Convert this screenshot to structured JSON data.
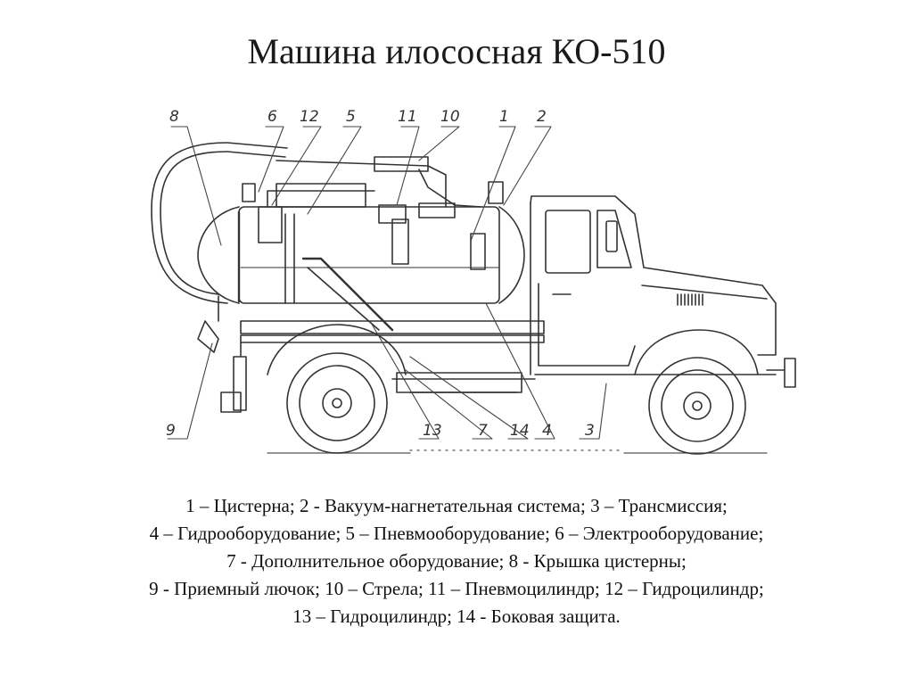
{
  "title": "Машина илососная КО-510",
  "callouts": {
    "c1": "1",
    "c2": "2",
    "c3": "3",
    "c4": "4",
    "c5": "5",
    "c6": "6",
    "c7": "7",
    "c8": "8",
    "c9": "9",
    "c10": "10",
    "c11": "11",
    "c12": "12",
    "c13": "13",
    "c14": "14"
  },
  "legend": {
    "line1": "1 – Цистерна; 2 - Вакуум-нагнетательная система; 3 – Трансмиссия;",
    "line2": "4 – Гидрооборудование; 5 – Пневмооборудование; 6 – Электрооборудование;",
    "line3": "7 - Дополнительное оборудование; 8 - Крышка цистерны;",
    "line4": "9 - Приемный лючок; 10 – Стрела; 11 – Пневмоцилиндр; 12 – Гидроцилиндр;",
    "line5": "13 – Гидроцилиндр; 14 - Боковая защита."
  }
}
